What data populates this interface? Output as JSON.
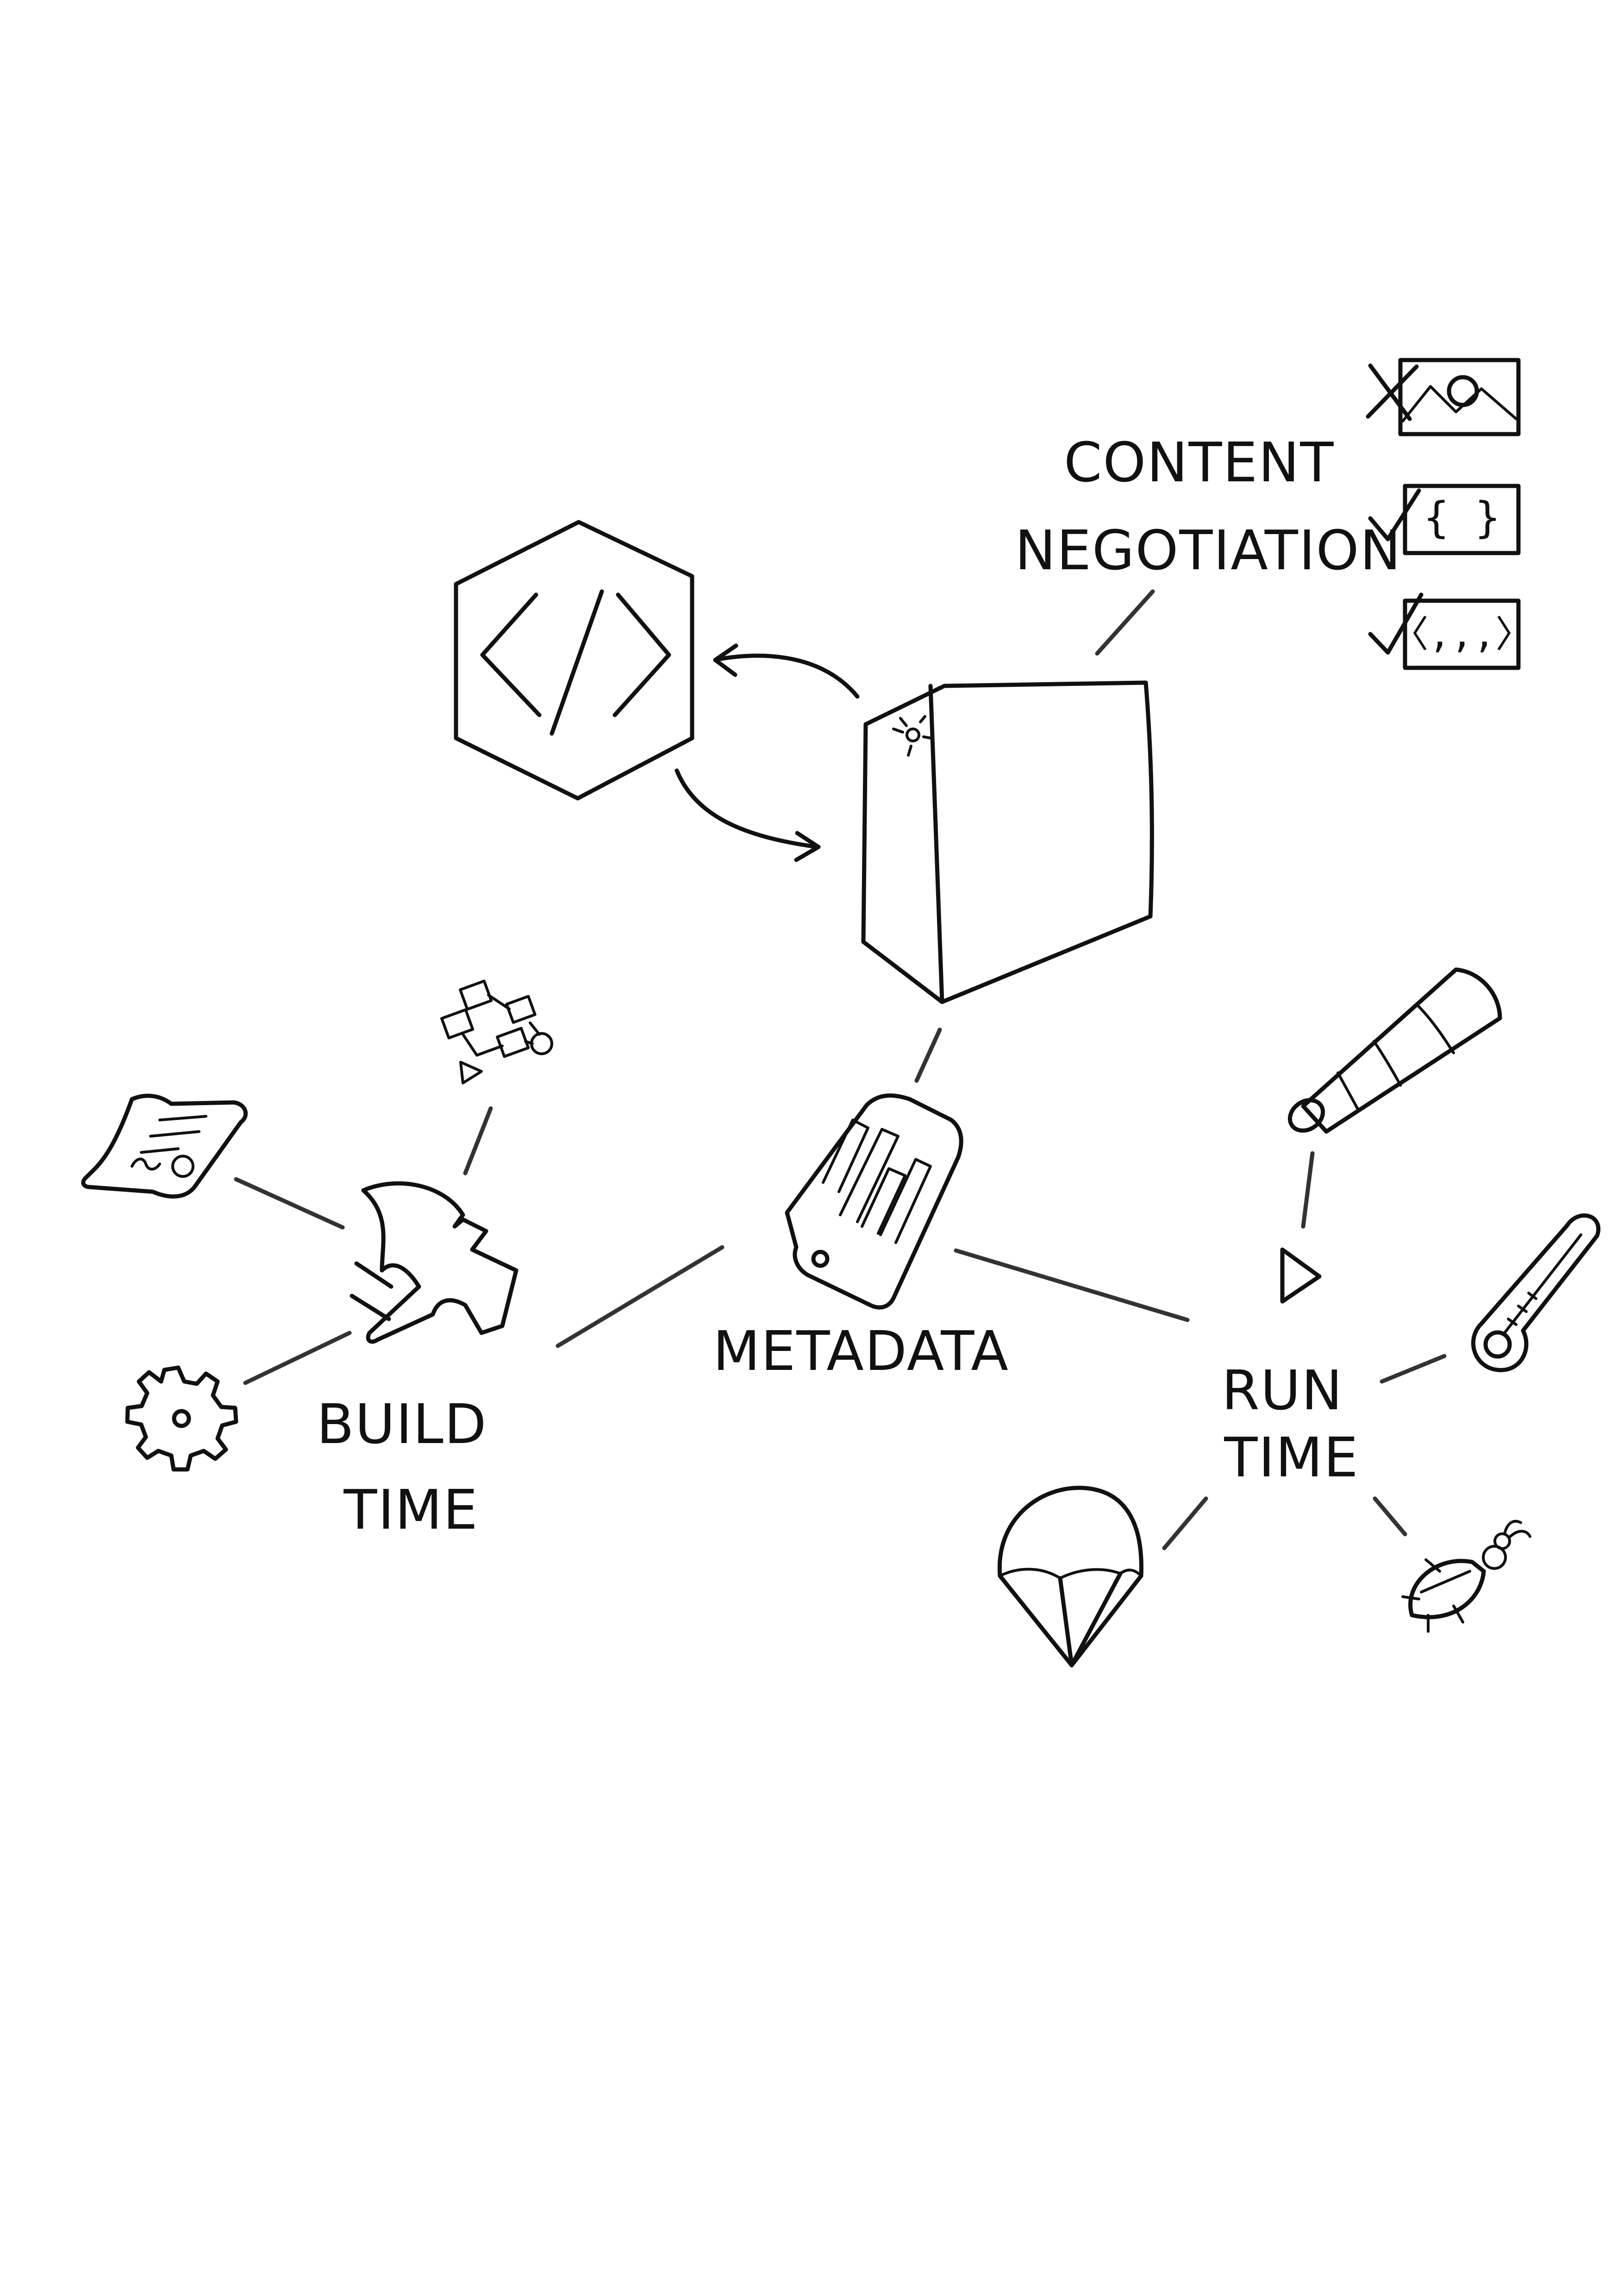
{
  "labels": {
    "content_negotiation": [
      "CONTENT",
      "NEGOTIATION"
    ],
    "metadata": "METADATA",
    "build_time": [
      "BUILD",
      "TIME"
    ],
    "run_time": [
      "RUN",
      "TIME"
    ]
  },
  "content_formats": [
    {
      "icon": "image-icon",
      "glyph": "",
      "mark": "cross"
    },
    {
      "icon": "json-icon",
      "glyph": "{ }",
      "mark": "check"
    },
    {
      "icon": "xml-icon",
      "glyph": "〈,,,〉",
      "mark": "check"
    }
  ],
  "code_icon_glyph": "</>",
  "icons": {
    "code": "code-hexagon-icon",
    "server": "server-icon",
    "tag": "tag-icon",
    "hammer": "hammer-icon",
    "certificate": "certificate-icon",
    "flowchart": "flowchart-icon",
    "gear": "gear-icon",
    "telescope": "telescope-icon",
    "play": "play-icon",
    "thermometer": "thermometer-icon",
    "parachute": "parachute-icon",
    "bug": "bug-icon"
  },
  "colors": {
    "ink": "#111111",
    "background": "#ffffff"
  }
}
